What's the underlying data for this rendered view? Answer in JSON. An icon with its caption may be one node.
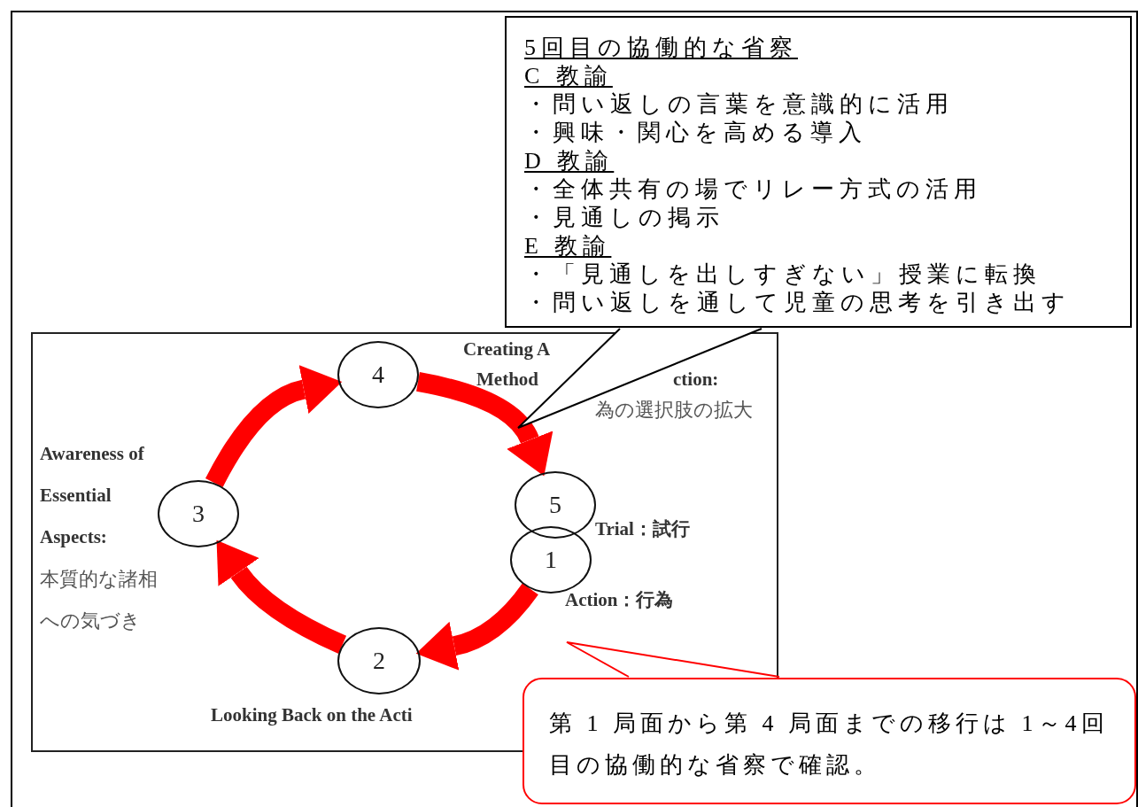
{
  "diagram": {
    "nodes": [
      {
        "text": [
          "5回目の協働的な省察",
          "C 教諭",
          "・問い返しの言葉を意識的に活用",
          "・興味・関心を高める導入",
          "D 教諭",
          "・全体共有の場でリレー方式の活用",
          "・見通しの掲示",
          "E 教諭",
          "・「見通しを出しすぎない」授業に転換",
          "・問い返しを通して児童の思考を引き出す"
        ]
      },
      {
        "text": [
          "4"
        ]
      },
      {
        "text": [
          "3"
        ],
        "beside": [
          "Awareness of Essential Aspects:",
          "本質的な諸相への気づき"
        ]
      },
      {
        "text": [
          "5"
        ],
        "beside": [
          "Trial：試行"
        ]
      },
      {
        "text": [
          "1"
        ],
        "beside": [
          "Action：行為"
        ]
      },
      {
        "text": [
          "2"
        ],
        "beside": [
          "Looking Back on the Acti"
        ]
      },
      {
        "text": [
          "第 1 局面から第 4 局面までの移行は 1～4回目の協働的な省察で確認。"
        ]
      }
    ],
    "edges": [
      {
        "from": 4,
        "to": 5,
        "arrow": "to"
      },
      {
        "from": 5,
        "to": 2,
        "arrow": "to"
      },
      {
        "from": 2,
        "to": 1,
        "arrow": "to"
      },
      {
        "from": 1,
        "to": 3,
        "arrow": "to"
      }
    ],
    "labels": [
      "Creating A",
      "Method",
      "ction:",
      "為の選択肢の拡大"
    ]
  }
}
